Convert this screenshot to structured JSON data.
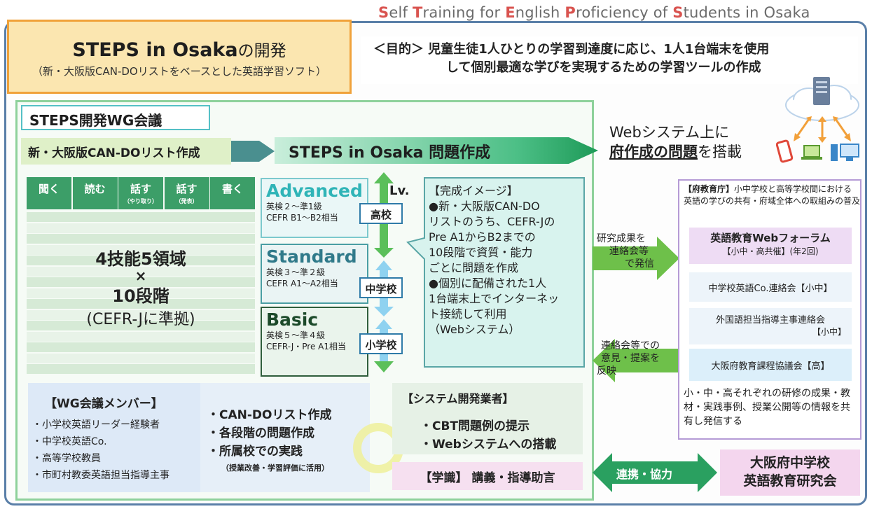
{
  "header": {
    "tagline_parts": [
      {
        "cap": "S",
        "rest": "elf "
      },
      {
        "cap": "T",
        "rest": "raining for "
      },
      {
        "cap": "E",
        "rest": "nglish "
      },
      {
        "cap": "P",
        "rest": "roficiency of "
      },
      {
        "cap": "S",
        "rest": "tudents in Osaka"
      }
    ]
  },
  "title": {
    "main_en": "STEPS in Osaka",
    "main_ja": "の開発",
    "sub": "（新・大阪版CAN-DOリストをベースとした英語学習ソフト）"
  },
  "purpose": {
    "line1": "＜目的＞ 児童生徒1人ひとりの学習到達度に応じ、1人1台端末を使用",
    "line2": "して個別最適な学びを実現するための学習ツールの作成"
  },
  "wg": {
    "title": "STEPS開発WG会議",
    "step1": "新・大阪版CAN-DOリスト作成",
    "step2": "STEPS in Osaka 問題作成"
  },
  "web_note": {
    "line1": "Webシステム上に",
    "line2_bold": "府作成の問題",
    "line2_rest": "を搭載"
  },
  "skills": {
    "headers": [
      {
        "main": "聞く",
        "sub": ""
      },
      {
        "main": "読む",
        "sub": ""
      },
      {
        "main": "話す",
        "sub": "（やり取り）"
      },
      {
        "main": "話す",
        "sub": "（発表）"
      },
      {
        "main": "書く",
        "sub": ""
      }
    ],
    "center_line1": "4技能5領域",
    "center_line2": "×",
    "center_line3": "10段階",
    "center_line4": "(CEFR-Jに準拠)"
  },
  "levels": {
    "axis_label": "Lv.",
    "advanced": {
      "name": "Advanced",
      "line1": "英検２～準1級",
      "line2": "CEFR B1～B2相当"
    },
    "standard": {
      "name": "Standard",
      "line1": "英検３～準２級",
      "line2": "CEFR A1～A2相当"
    },
    "basic": {
      "name": "Basic",
      "line1": "英検５～準４級",
      "line2": "CEFR-J・Pre A1相当"
    },
    "schools": {
      "high": "高校",
      "middle": "中学校",
      "elementary": "小学校"
    }
  },
  "completion": {
    "lines": [
      "【完成イメージ】",
      "●新・大阪版CAN-DO",
      "リストのうち、CEFR-Jの",
      "Pre A1からB2までの",
      "10段階で資質・能力",
      "ごとに問題を作成",
      "●個別に配備された1人",
      "1台端末上でインターネッ",
      "ト接続して利用",
      "（Webシステム）"
    ]
  },
  "members": {
    "title": "【WG会議メンバー】",
    "items": [
      "・小学校英語リーダー経験者",
      "・中学校英語Co.",
      "・高等学校教員",
      "・市町村教委英語担当指導主事"
    ]
  },
  "tasks": {
    "items": [
      "・CAN-DOリスト作成",
      "・各段階の問題作成",
      "・所属校での実践"
    ],
    "note": "（授業改善・学習評価に活用）"
  },
  "system_dev": {
    "title": "【システム開発業者】",
    "items": [
      "・CBT問題例の提示",
      "・Webシステムへの搭載"
    ]
  },
  "experts": "【学識】 講義・指導助言",
  "flows": {
    "to_board": [
      "研究成果を",
      "連絡会等",
      "で発信"
    ],
    "from_board": [
      "連絡会等での",
      "意見・提案を",
      "反映"
    ]
  },
  "board": {
    "title_bold": "【府教育庁】",
    "title_rest": "小中学校と高等学校間における英語の学びの共有・府域全体への取組みの普及",
    "items": [
      {
        "title": "英語教育Webフォーラム",
        "sub": "【小中・高共催】(年2回)"
      },
      {
        "title": "中学校英語Co.連絡会【小中】",
        "sub": ""
      },
      {
        "title": "外国語担当指導主事連絡会",
        "sub": "【小中】"
      },
      {
        "title": "大阪府教育課程協議会【高】",
        "sub": ""
      }
    ],
    "footer": "小・中・高それぞれの研修の成果・教材・実践事例、授業公開等の情報を共有し発信する"
  },
  "cooperation": {
    "label": "連携・協力",
    "partner_line1": "大阪府中学校",
    "partner_line2": "英語教育研究会"
  },
  "colors": {
    "frame": "#5a7fa8",
    "title_bg": "#fbe6b0",
    "title_border": "#f0a23a",
    "green_arrow": "#2aa060",
    "teal_arrow": "#5aa6a6",
    "grid_header": "#3c9e68",
    "tagline_cap": "#d9534f"
  }
}
